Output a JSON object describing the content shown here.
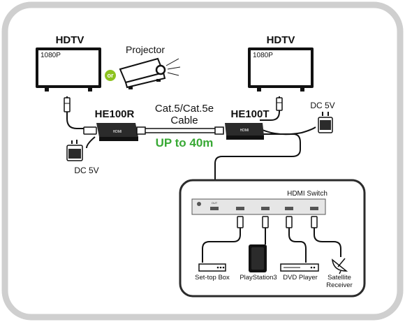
{
  "left_tv": {
    "title": "HDTV",
    "resolution": "1080P"
  },
  "right_tv": {
    "title": "HDTV",
    "resolution": "1080P"
  },
  "projector_label": "Projector",
  "or_badge": "or",
  "receiver": {
    "model": "HE100R",
    "face_text": "HDMI",
    "power_label": "DC 5V"
  },
  "transmitter": {
    "model": "HE100T",
    "face_text": "HDMI",
    "power_label": "DC 5V"
  },
  "cable": {
    "type": "Cat.5/Cat.5e",
    "word": "Cable",
    "distance": "UP to 40m"
  },
  "switch": {
    "title": "HDMI Switch",
    "out_label": "OUT"
  },
  "sources": [
    {
      "label": "Set-top Box"
    },
    {
      "label": "PlayStation3"
    },
    {
      "label": "DVD Player"
    },
    {
      "label": "Satellite"
    },
    {
      "label": "Receiver"
    }
  ],
  "colors": {
    "frame": "#cfcfcf",
    "accent_green": "#39a935",
    "or_badge": "#8dc21f",
    "device": "#2b2b2b",
    "switch_bg": "#e6e6e6"
  }
}
